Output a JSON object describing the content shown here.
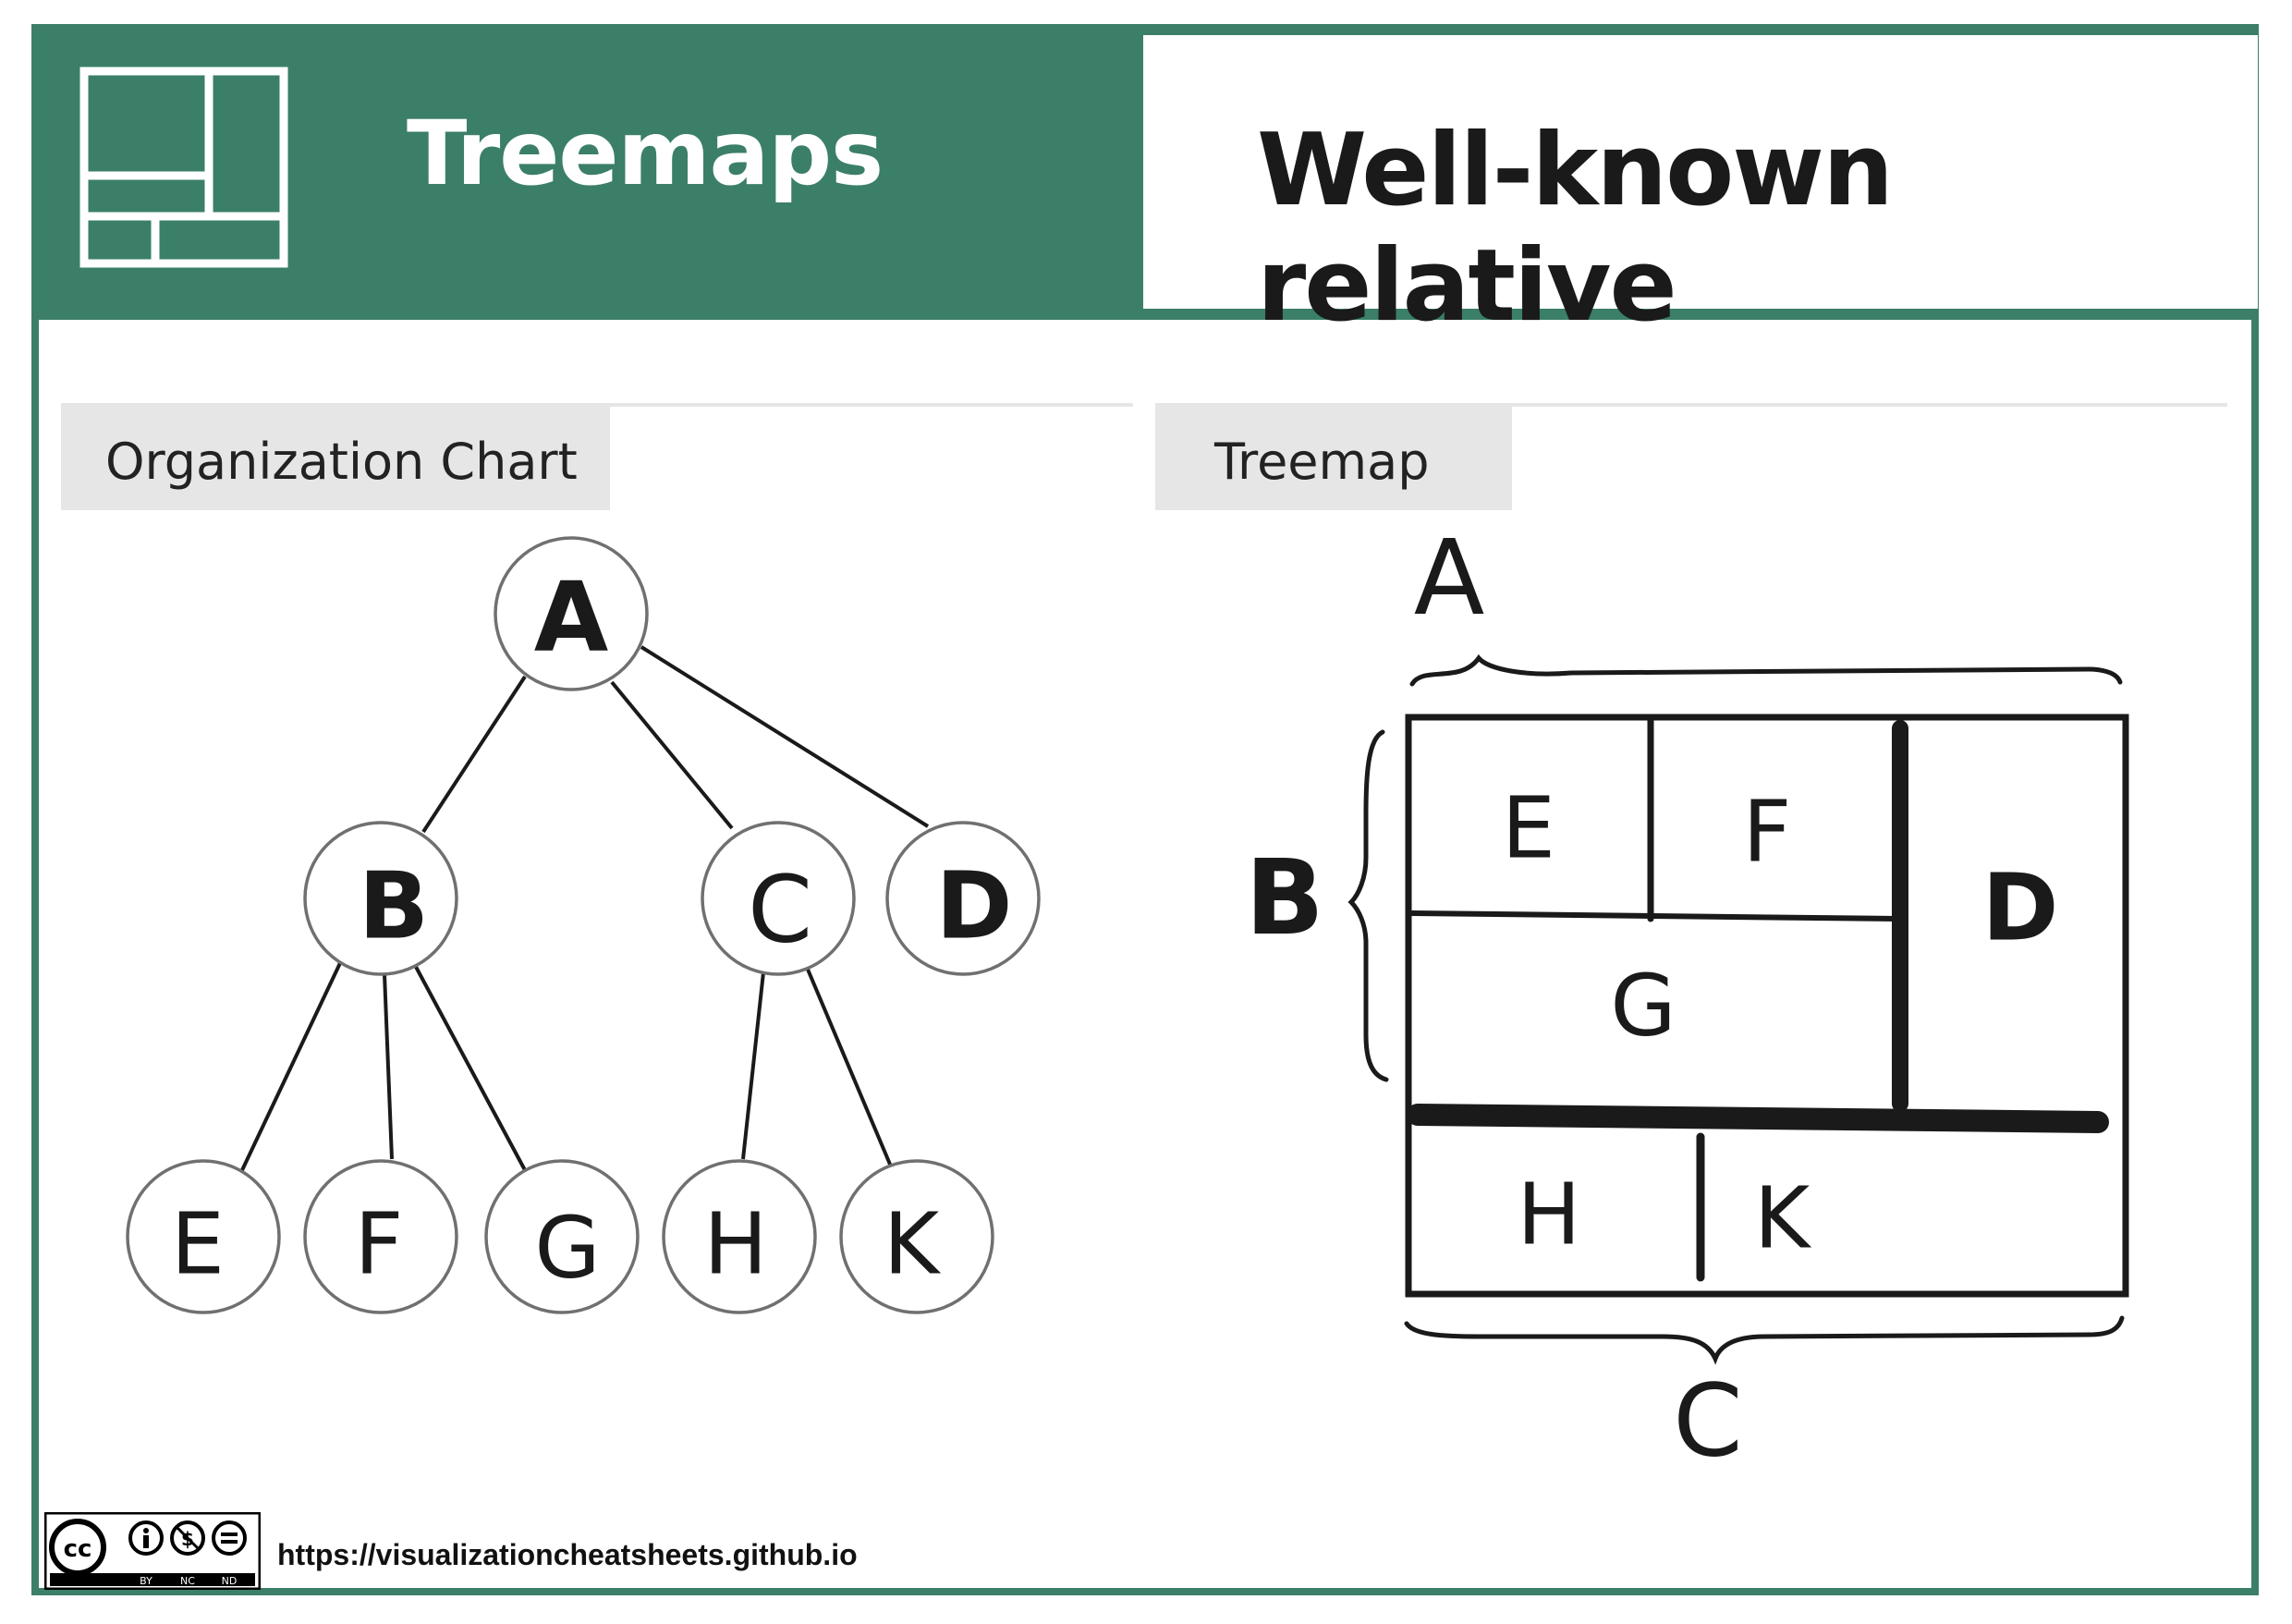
{
  "header": {
    "title": "Treemaps",
    "subtitle": "Well-known relative"
  },
  "left_panel": {
    "tab_label": "Organization Chart",
    "nodes": {
      "a": "A",
      "b": "B",
      "c": "C",
      "d": "D",
      "e": "E",
      "f": "F",
      "g": "G",
      "h": "H",
      "k": "K"
    }
  },
  "right_panel": {
    "tab_label": "Treemap",
    "brace_labels": {
      "a": "A",
      "b": "B",
      "c": "C"
    },
    "cells": {
      "e": "E",
      "f": "F",
      "g": "G",
      "d": "D",
      "h": "H",
      "k": "K"
    }
  },
  "footer": {
    "license": {
      "cc": "cc",
      "by": "BY",
      "nc": "NC",
      "nd": "ND"
    },
    "url": "https://visualizationcheatsheets.github.io"
  },
  "colors": {
    "brand": "#3b7f68",
    "tab": "#e6e6e6",
    "ink": "#1a1a1a"
  }
}
